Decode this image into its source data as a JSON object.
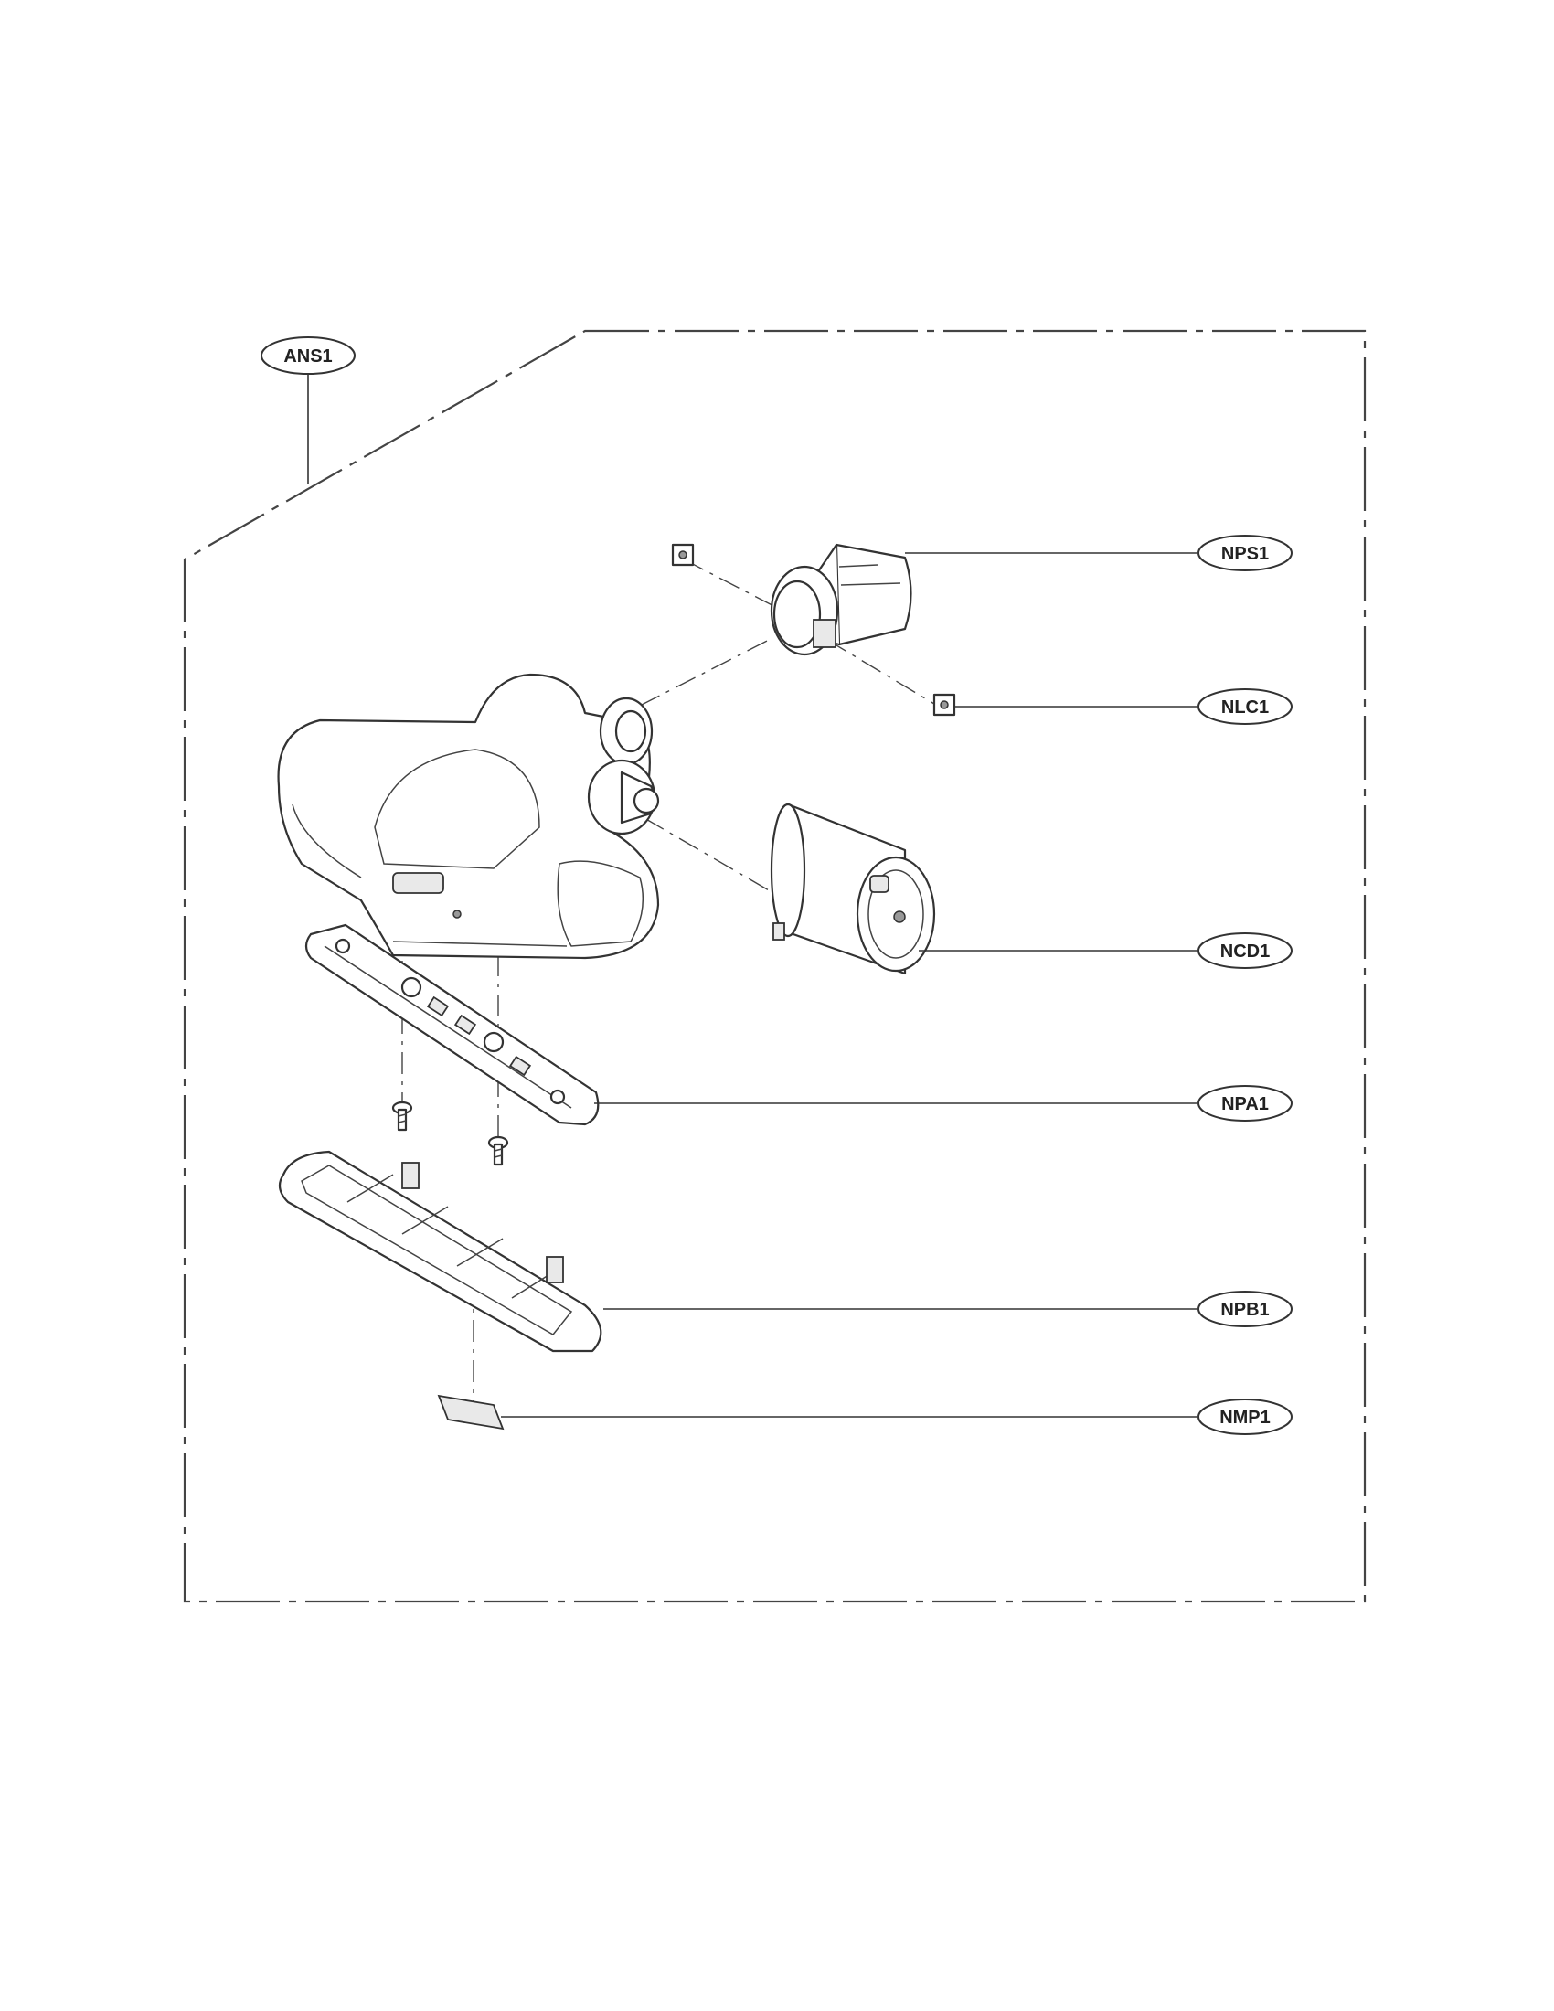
{
  "diagram": {
    "assembly_label": "ANS1",
    "callouts": [
      {
        "id": "nps1",
        "label": "NPS1"
      },
      {
        "id": "nlc1",
        "label": "NLC1"
      },
      {
        "id": "ncd1",
        "label": "NCD1"
      },
      {
        "id": "npa1",
        "label": "NPA1"
      },
      {
        "id": "npb1",
        "label": "NPB1"
      },
      {
        "id": "nmp1",
        "label": "NMP1"
      }
    ]
  }
}
